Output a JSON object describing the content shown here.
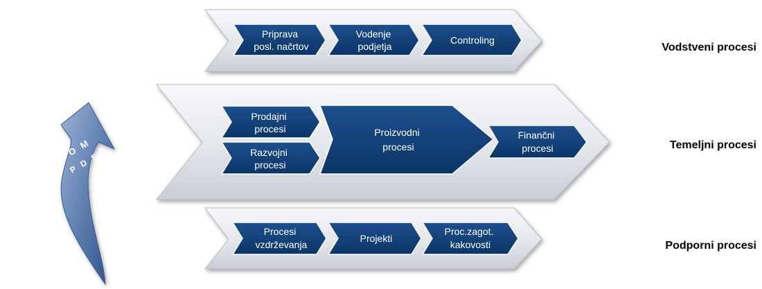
{
  "rows": [
    {
      "label": "Vodstveni procesi",
      "boxes": [
        {
          "lines": [
            "Priprava",
            "posl. načrtov"
          ]
        },
        {
          "lines": [
            "Vodenje",
            "podjetja"
          ]
        },
        {
          "lines": [
            "Controling"
          ]
        }
      ]
    },
    {
      "label": "Temeljni procesi",
      "boxes": [
        {
          "lines": [
            "Prodajni",
            "procesi"
          ]
        },
        {
          "lines": [
            "Razvojni",
            "procesi"
          ]
        },
        {
          "lines": [
            "Proizvodni",
            "procesi"
          ]
        },
        {
          "lines": [
            "Finančni",
            "procesi"
          ]
        }
      ]
    },
    {
      "label": "Podporni procesi",
      "boxes": [
        {
          "lines": [
            "Procesi",
            "vzdrževanja"
          ]
        },
        {
          "lines": [
            "Projekti"
          ]
        },
        {
          "lines": [
            "Proc.zagot.",
            "kakovosti"
          ]
        }
      ]
    }
  ],
  "arrow": {
    "lines": [
      "O M",
      "P D S"
    ]
  },
  "colors": {
    "box_fill": "#0f3d73",
    "band_fill": "#e6e9ee",
    "arrow_fill": "#6b87b4"
  }
}
